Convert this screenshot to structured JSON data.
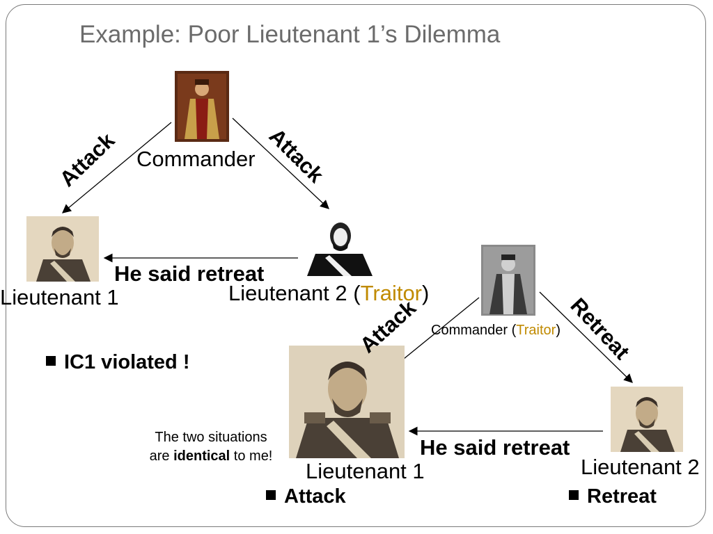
{
  "title": "Example: Poor Lieutenant 1’s Dilemma",
  "scenario1": {
    "commander_label": "Commander",
    "lt1_label": "Lieutenant 1",
    "lt2_label_prefix": "Lieutenant 2 (",
    "lt2_traitor": "Traitor",
    "lt2_label_suffix": ")",
    "msg_to_lt1": "Attack",
    "msg_to_lt2": "Attack",
    "relay_msg": "He said retreat",
    "result": "IC1 violated !"
  },
  "scenario2": {
    "commander_label_prefix": "Commander (",
    "commander_traitor": "Traitor",
    "commander_label_suffix": ")",
    "lt1_label": "Lieutenant 1",
    "lt2_label": "Lieutenant 2",
    "msg_to_lt1": "Attack",
    "msg_to_lt2": "Retreat",
    "relay_msg": "He said retreat",
    "lt1_decision": "Attack",
    "lt2_decision": "Retreat"
  },
  "note": {
    "line1": "The two situations",
    "line2_pre": "are ",
    "line2_bold": "identical",
    "line2_post": " to me!"
  },
  "colors": {
    "traitor": "#c08a00",
    "title": "#6b6b6b"
  }
}
